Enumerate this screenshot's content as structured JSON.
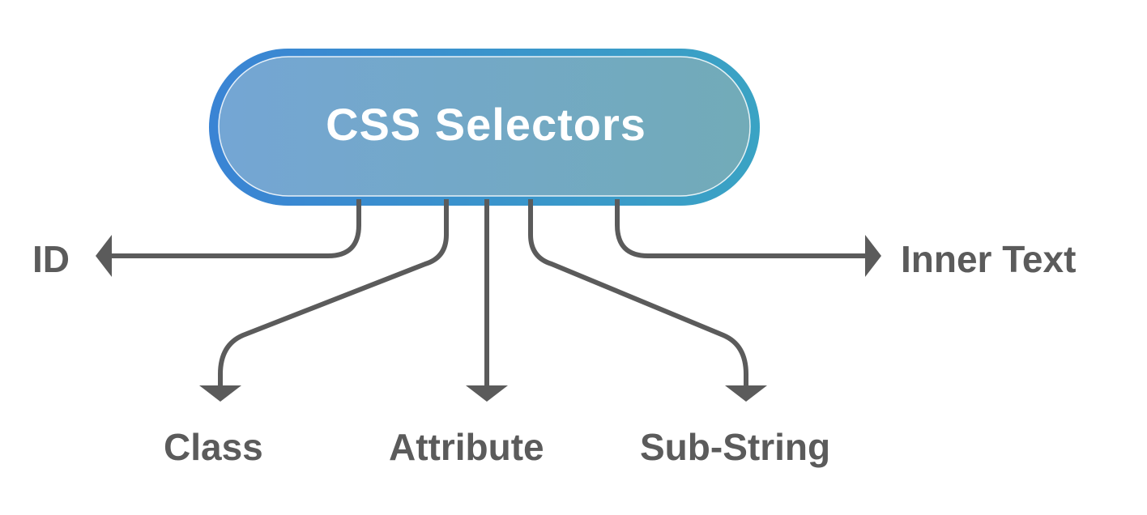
{
  "title": "CSS Selectors",
  "nodes": {
    "id": "ID",
    "class": "Class",
    "attribute": "Attribute",
    "substring": "Sub-String",
    "inner_text": "Inner Text"
  },
  "colors": {
    "pill_border_left": "#3a84d4",
    "pill_border_right": "#3aa3c4",
    "pill_fill_left": "#74a6d4",
    "pill_fill_right": "#72abb8",
    "connector": "#5b5b5b",
    "label": "#5b5b5b",
    "title_text": "#ffffff"
  }
}
